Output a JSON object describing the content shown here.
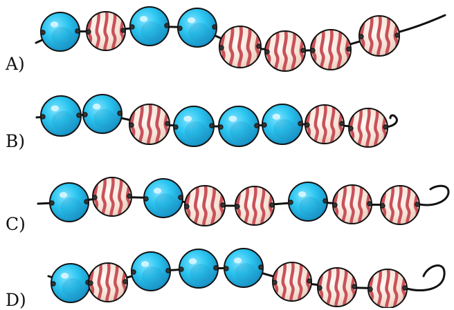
{
  "options": [
    {
      "label": "A)",
      "beads": [
        "blue",
        "striped",
        "blue",
        "blue",
        "striped",
        "striped",
        "striped",
        "striped"
      ],
      "string_end": "tail"
    },
    {
      "label": "B)",
      "beads": [
        "blue",
        "blue",
        "striped",
        "blue",
        "blue",
        "blue",
        "striped",
        "striped"
      ],
      "string_end": "small-loop"
    },
    {
      "label": "C)",
      "beads": [
        "blue",
        "striped",
        "blue",
        "striped",
        "striped",
        "blue",
        "striped",
        "striped"
      ],
      "string_end": "loop"
    },
    {
      "label": "D)",
      "beads": [
        "blue",
        "striped",
        "blue",
        "blue",
        "blue",
        "striped",
        "striped",
        "striped"
      ],
      "string_end": "big-loop"
    }
  ],
  "colors": {
    "blue_bead": "#29c4ef",
    "blue_bead_dark": "#1a8fc0",
    "striped_bead": "#f6e3d8",
    "stripe": "#c8525a",
    "string": "#111111"
  }
}
